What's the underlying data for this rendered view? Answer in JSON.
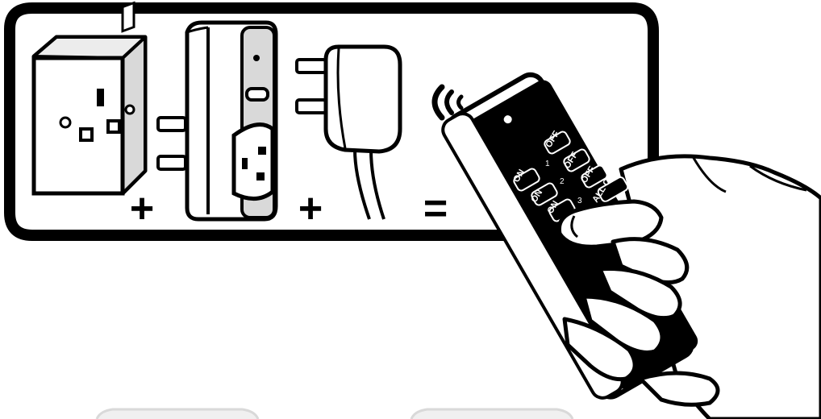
{
  "operators": {
    "plus_1": "+",
    "plus_2": "+",
    "equals": "="
  },
  "remote": {
    "channels": [
      {
        "number": "1",
        "on_label": "ON",
        "off_label": "OFF"
      },
      {
        "number": "2",
        "on_label": "ON",
        "off_label": "OFF"
      },
      {
        "number": "3",
        "on_label": "ON",
        "off_label": "OFF"
      }
    ],
    "all_off_label": "ALL OFF"
  },
  "icons": [
    "wall-socket-icon",
    "plug-in-socket-adapter-icon",
    "appliance-plug-icon",
    "wireless-signal-icon",
    "hand-held-remote-icon"
  ],
  "colors": {
    "ink": "#000000",
    "paper": "#ffffff",
    "shade": "#d9d9d9"
  }
}
